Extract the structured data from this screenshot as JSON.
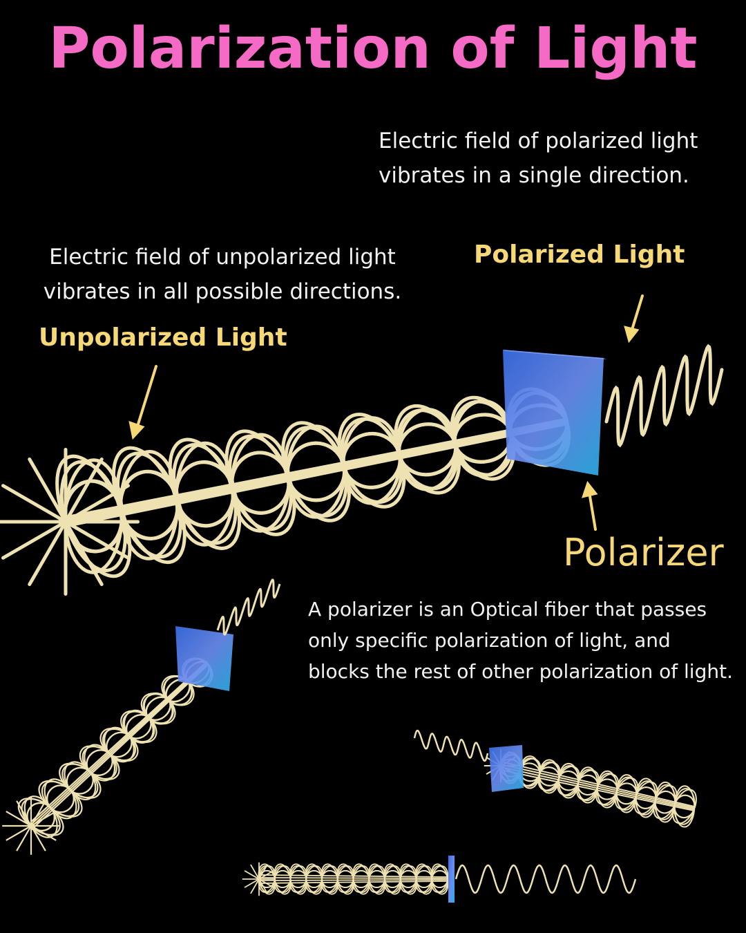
{
  "title": "Polarization of Light",
  "descriptions": {
    "polarized": "Electric field of polarized light vibrates in a single direction.",
    "unpolarized": "Electric field of unpolarized light vibrates in all possible directions.",
    "polarizer": "A polarizer is an Optical fiber that passes only specific polarization of light, and blocks the rest of other polarization of light."
  },
  "labels": {
    "polarized_light": "Polarized Light",
    "unpolarized_light": "Unpolarized Light",
    "polarizer": "Polarizer"
  },
  "colors": {
    "background": "#000000",
    "title": "#f46ac5",
    "label": "#f7d877",
    "text": "#f2f2f2",
    "wave": "#efe2b2",
    "polarizer": "#4a7fe0"
  }
}
